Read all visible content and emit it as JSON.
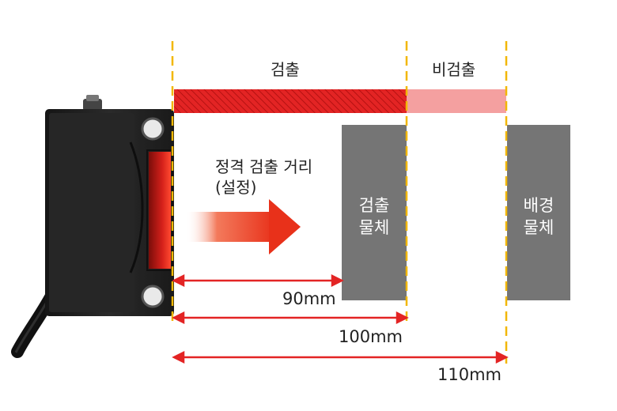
{
  "zones": {
    "detect_label": "검출",
    "nondetect_label": "비검출",
    "detect_color": "#e32424",
    "nondetect_color": "#f4a0a0"
  },
  "sensor": {
    "body_color": "#1e1e1e",
    "emitter_color": "#d4201a"
  },
  "arrow": {
    "line1": "정격 검출 거리",
    "line2": "(설정)",
    "color": "#e8311a"
  },
  "objects": {
    "detected": {
      "line1": "검출",
      "line2": "물체",
      "color": "#757575"
    },
    "background": {
      "line1": "배경",
      "line2": "물체",
      "color": "#757575"
    }
  },
  "dimensions": [
    {
      "label": "90mm"
    },
    {
      "label": "100mm"
    },
    {
      "label": "110mm"
    }
  ],
  "guide_color": "#f2b705",
  "dim_line_color": "#e32424"
}
